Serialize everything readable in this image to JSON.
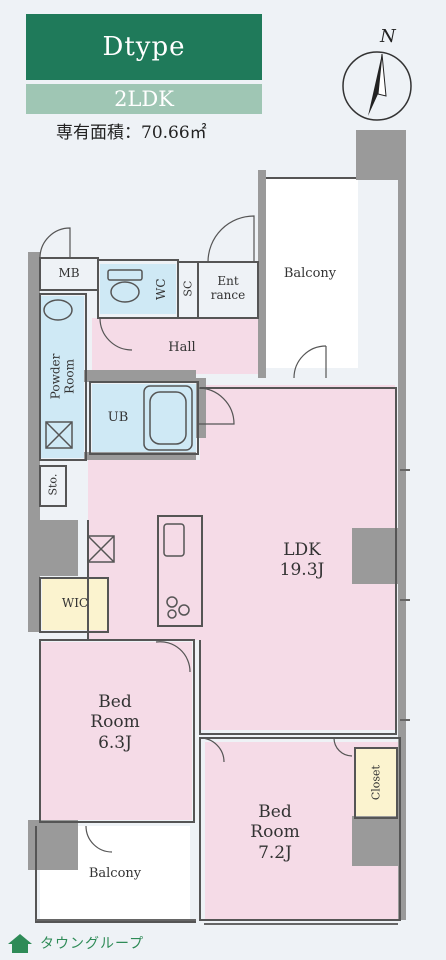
{
  "header": {
    "type_label": "Dtype",
    "layout_label": "2LDK",
    "area_label": "専有面積：70.66㎡"
  },
  "compass": {
    "north_label": "N"
  },
  "rooms": {
    "mb": "MB",
    "wc": "WC",
    "sc": "SC",
    "entrance": [
      "Ent",
      "rance"
    ],
    "balcony_top": "Balcony",
    "hall": "Hall",
    "powder_room": [
      "Powder",
      "Room"
    ],
    "ub": "UB",
    "sto": "Sto.",
    "ldk": [
      "LDK",
      "19.3J"
    ],
    "wic": "WIC",
    "bed_room_1": [
      "Bed",
      "Room",
      "6.3J"
    ],
    "bed_room_2": [
      "Bed",
      "Room",
      "7.2J"
    ],
    "closet": "Closet",
    "balcony_bottom": "Balcony"
  },
  "logo": {
    "text": "タウングループ"
  },
  "colors": {
    "header_bg": "#1f7a5a",
    "subheader_bg": "#9fc6b4",
    "room_pink": "#f5dbe7",
    "wet_area_blue": "#cfe9f5",
    "closet_yellow": "#fbf3cf",
    "wall_gray": "#9a9a9a",
    "outline": "#555555"
  }
}
